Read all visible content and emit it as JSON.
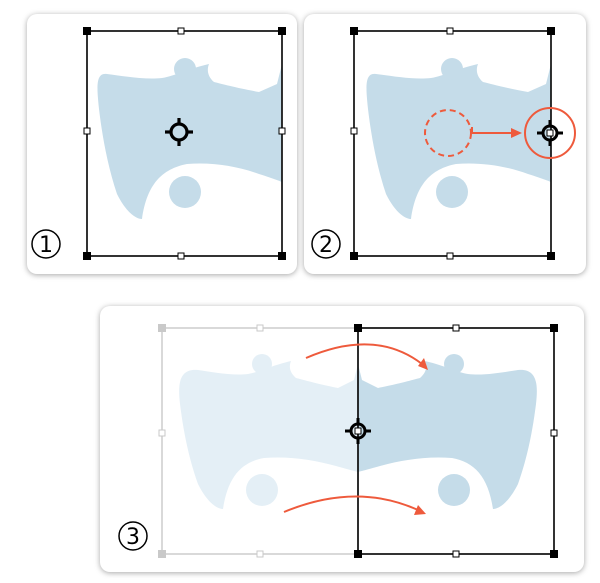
{
  "colors": {
    "shape_fill": "#c5dce9",
    "shape_fill_faded": "#e4eff6",
    "frame": "#000000",
    "frame_faded": "#c9c9c9",
    "arrow": "#ee5a3c",
    "background": "#ffffff"
  },
  "icons": {
    "pivot": "crosshair-target-icon"
  },
  "panels": [
    {
      "number": "1"
    },
    {
      "number": "2"
    },
    {
      "number": "3"
    }
  ]
}
